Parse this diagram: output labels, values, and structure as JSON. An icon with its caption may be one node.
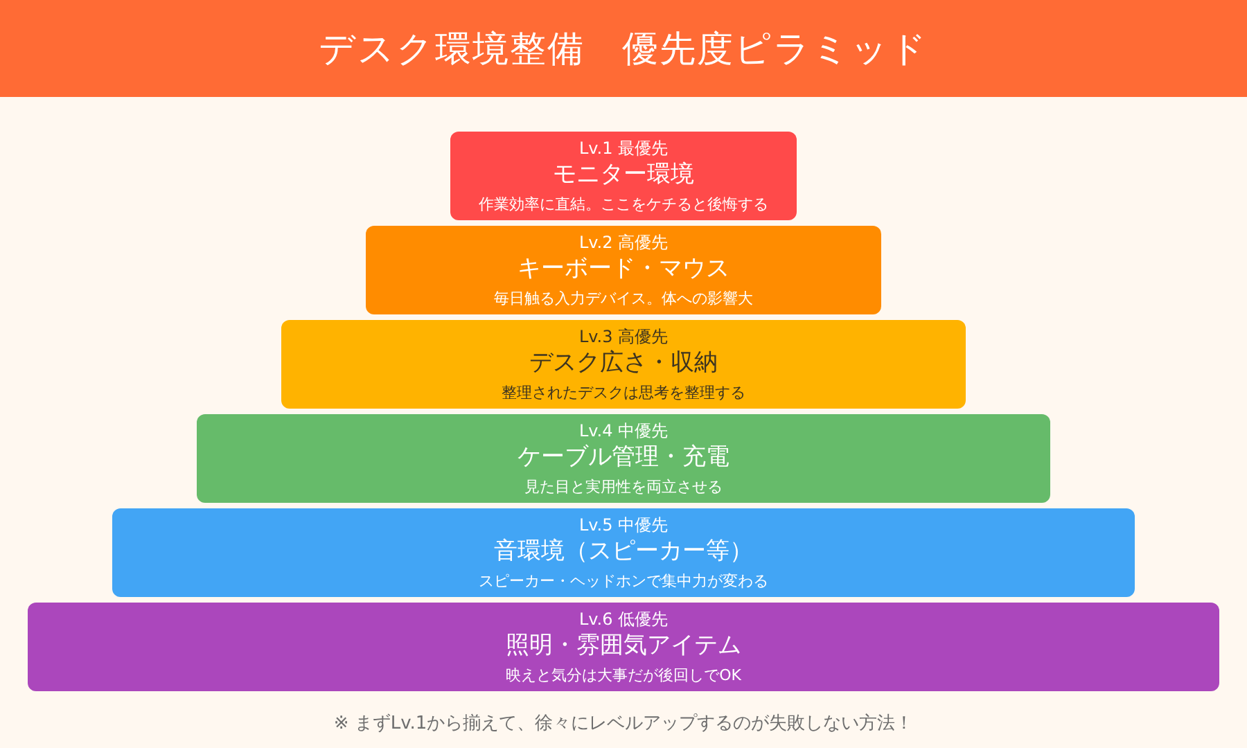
{
  "diagram": {
    "title": "デスク環境整備　優先度ピラミッド",
    "nodes": [
      {
        "text": [
          "Lv.1 最優先",
          "モニター環境",
          "作業効率に直結。ここをケチると後悔する"
        ]
      },
      {
        "text": [
          "Lv.2 高優先",
          "キーボード・マウス",
          "毎日触る入力デバイス。体への影響大"
        ]
      },
      {
        "text": [
          "Lv.3 高優先",
          "デスク広さ・収納",
          "整理されたデスクは思考を整理する"
        ]
      },
      {
        "text": [
          "Lv.4 中優先",
          "ケーブル管理・充電",
          "見た目と実用性を両立させる"
        ]
      },
      {
        "text": [
          "Lv.5 中優先",
          "音環境（スピーカー等）",
          "スピーカー・ヘッドホンで集中力が変わる"
        ]
      },
      {
        "text": [
          "Lv.6 低優先",
          "照明・雰囲気アイテム",
          "映えと気分は大事だが後回しでOK"
        ]
      }
    ],
    "caption": "※ まずLv.1から揃えて、徐々にレベルアップするのが失敗しない方法！"
  }
}
